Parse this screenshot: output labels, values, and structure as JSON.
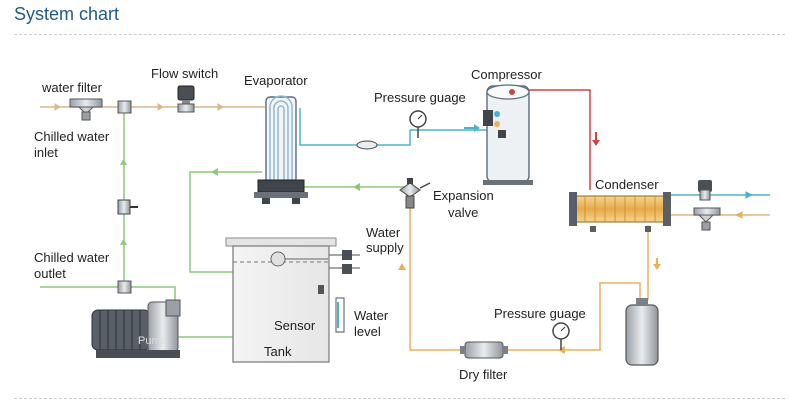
{
  "header": {
    "title": "System chart"
  },
  "labels": {
    "water_filter": "water filter",
    "flow_switch": "Flow switch",
    "evaporator": "Evaporator",
    "compressor": "Compressor",
    "pressure_gauge_top": "Pressure guage",
    "chilled_water_inlet_1": "Chilled water",
    "chilled_water_inlet_2": "inlet",
    "expansion_valve_1": "Expansion",
    "expansion_valve_2": "valve",
    "condenser": "Condenser",
    "water_supply_1": "Water",
    "water_supply_2": "supply",
    "chilled_water_outlet_1": "Chilled water",
    "chilled_water_outlet_2": "outlet",
    "sensor": "Sensor",
    "water_level_1": "Water",
    "water_level_2": "level",
    "tank": "Tank",
    "pump": "Pump",
    "pressure_gauge_bottom": "Pressure guage",
    "dry_filter": "Dry filter"
  },
  "colors": {
    "water_line": "#d9b98a",
    "chilled_line": "#8cc97a",
    "refrigerant_line": "#e8b25a",
    "hot_line": "#d0443f",
    "blue_line": "#4bb3c9",
    "heading": "#1f5a8a"
  }
}
